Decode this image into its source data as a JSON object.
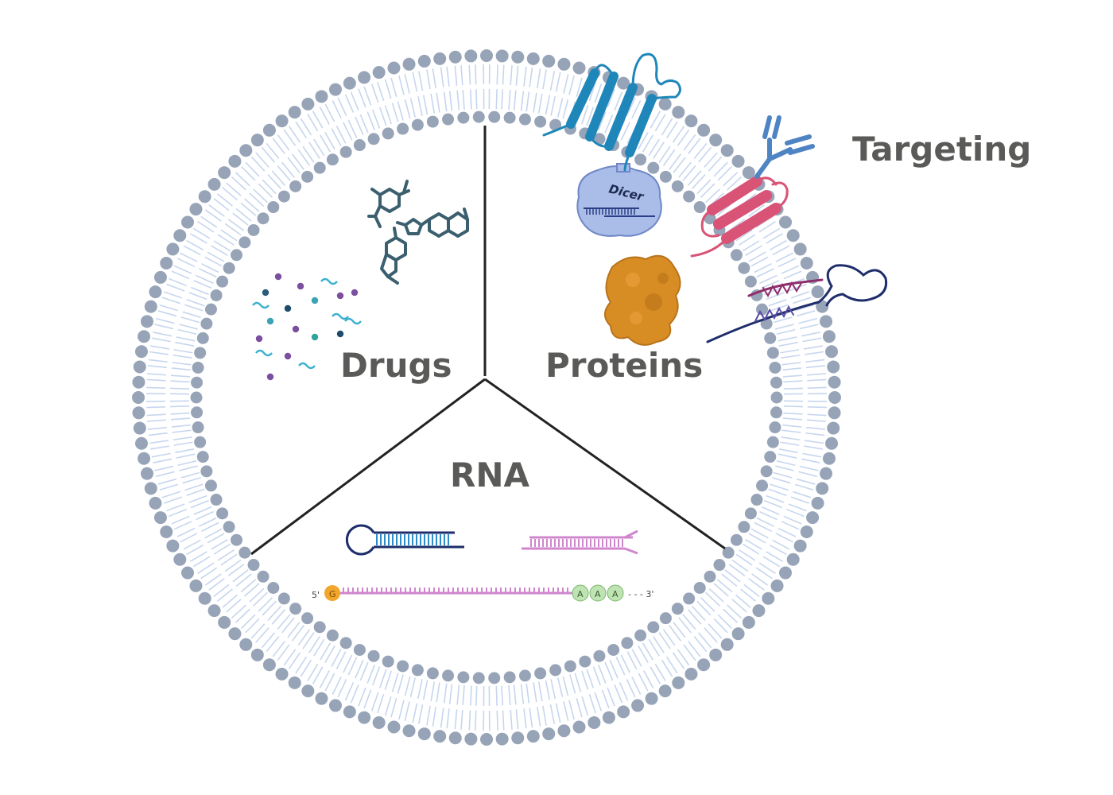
{
  "labels": {
    "drugs": "Drugs",
    "proteins": "Proteins",
    "rna": "RNA",
    "targeting": "Targeting"
  },
  "enzyme_text": "Dicer",
  "mrna": {
    "five_prime": "5'",
    "cap": "G",
    "poly_a": [
      "A",
      "A",
      "A"
    ],
    "three_prime": "- - - 3'"
  },
  "colors": {
    "membrane_head": "#97a4b8",
    "membrane_tail": "#c6d6ee",
    "divider": "#222222",
    "label": "#5a5a58",
    "receptor_blue": "#1f86b9",
    "receptor_pink": "#d95377",
    "antibody": "#4f84c4",
    "dicer": "#aabde8",
    "protein_blob": "#d88d24",
    "molecule": "#3b5f6e",
    "rna_dark": "#1e2d6b",
    "rna_pink": "#cf86cd",
    "cap": "#f2a62c",
    "poly_a": "#bfe4b3"
  }
}
